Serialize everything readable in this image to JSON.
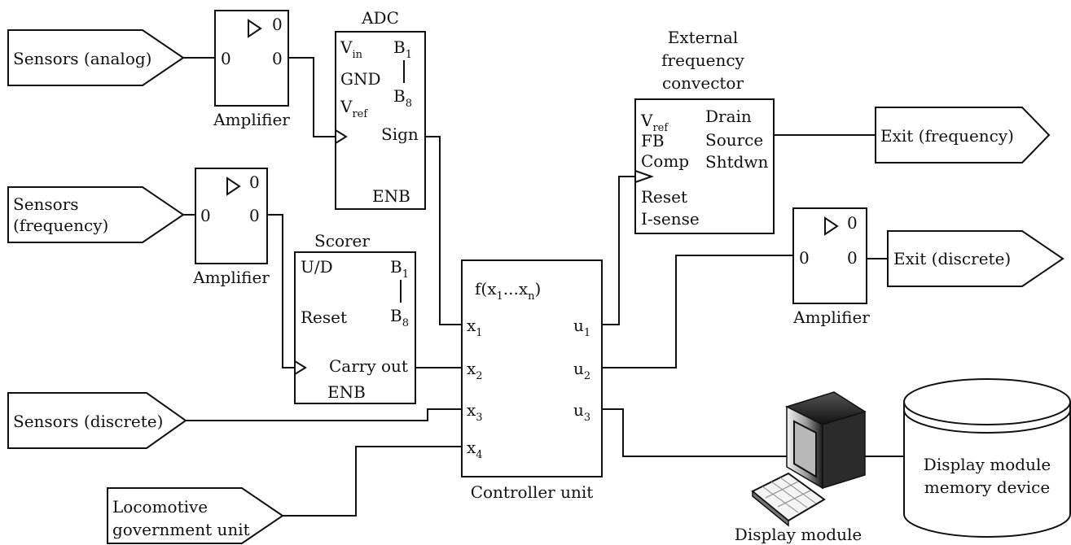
{
  "inputs": {
    "analog": "Sensors (analog)",
    "frequency_line1": "Sensors",
    "frequency_line2": "(frequency)",
    "discrete": "Sensors (discrete)",
    "loco_line1": "Locomotive",
    "loco_line2": "government unit"
  },
  "amplifier_label": "Amplifier",
  "amp_pin": "0",
  "adc": {
    "title": "ADC",
    "vin": "V",
    "vin_sub": "in",
    "gnd": "GND",
    "vref": "V",
    "vref_sub": "ref",
    "b1": "B",
    "b1_sub": "1",
    "b8": "B",
    "b8_sub": "8",
    "sign": "Sign",
    "enb": "ENB"
  },
  "scorer": {
    "title": "Scorer",
    "ud": "U/D",
    "reset": "Reset",
    "b1": "B",
    "b1_sub": "1",
    "b8": "B",
    "b8_sub": "8",
    "carry": "Carry out",
    "enb": "ENB"
  },
  "controller": {
    "label": "Controller unit",
    "func_prefix": "f(x",
    "func_sub1": "1",
    "func_mid": "...x",
    "func_subn": "n",
    "func_suffix": ")",
    "x": "x",
    "u": "u",
    "sub": [
      "1",
      "2",
      "3",
      "4"
    ]
  },
  "converter": {
    "title1": "External",
    "title2": "frequency",
    "title3": "convector",
    "vref": "V",
    "vref_sub": "ref",
    "fb": "FB",
    "comp": "Comp",
    "reset": "Reset",
    "isense": "I-sense",
    "drain": "Drain",
    "source": "Source",
    "shtdwn": "Shtdwn"
  },
  "outputs": {
    "frequency": "Exit (frequency)",
    "discrete": "Exit (discrete)"
  },
  "display": {
    "module": "Display module",
    "memory_line1": "Display module",
    "memory_line2": "memory device"
  }
}
